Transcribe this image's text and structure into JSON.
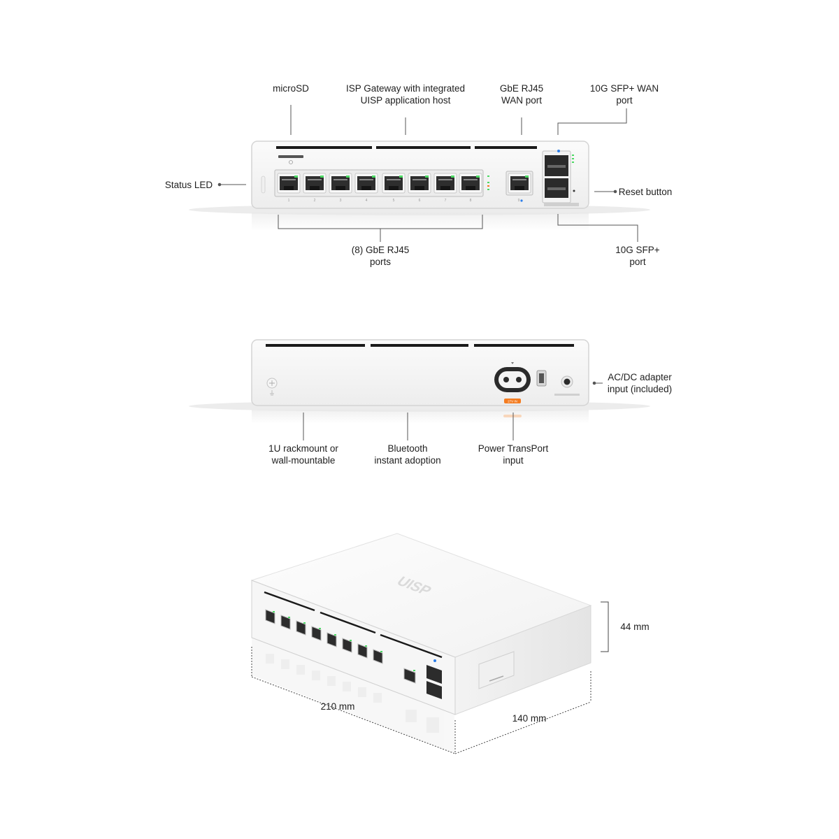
{
  "front_view": {
    "callouts": {
      "microsd": "microSD",
      "isp_gateway": "ISP Gateway with integrated\nUISP application host",
      "wan_port": "GbE RJ45\nWAN port",
      "sfp_wan": "10G SFP+ WAN\nport",
      "status_led": "Status LED",
      "reset_button": "Reset button",
      "rj45_ports": "(8) GbE RJ45\nports",
      "sfp_port": "10G SFP+\nport"
    },
    "port_numbers": [
      "1",
      "2",
      "3",
      "4",
      "5",
      "6",
      "7",
      "8"
    ],
    "wan_number": "9"
  },
  "back_view": {
    "callouts": {
      "adapter_input": "AC/DC adapter\ninput (included)",
      "rackmount": "1U rackmount or\nwall-mountable",
      "bluetooth": "Bluetooth\ninstant adoption",
      "power_transport": "Power TransPort\ninput"
    },
    "power_transport_badge": "27V IN"
  },
  "iso_view": {
    "logo": "UISP",
    "dimensions": {
      "height": "44 mm",
      "width": "210 mm",
      "depth": "140 mm"
    }
  },
  "colors": {
    "device_body": "#f4f4f4",
    "device_edge": "#d6d6d6",
    "leader": "#555555",
    "port_led_green": "#4cd964",
    "accent_orange": "#f47c20",
    "accent_blue": "#2b7de9"
  }
}
